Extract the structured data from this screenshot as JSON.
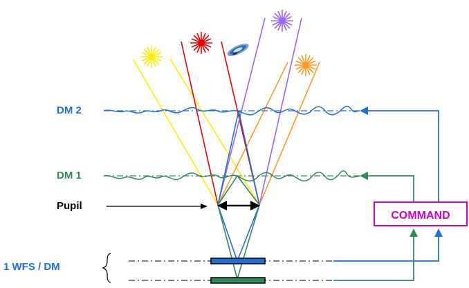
{
  "labels": {
    "dm2": "DM 2",
    "dm1": "DM 1",
    "pupil": "Pupil",
    "command": "COMMAND",
    "wfs": "1 WFS / DM"
  },
  "colors": {
    "dm2": "#1e6fd9",
    "dm1": "#2e8b57",
    "pupil": "#000000",
    "command": "#cc00cc",
    "wfs": "#1e6fd9",
    "beam_yellow": "#ffee00",
    "beam_red": "#e60000",
    "beam_purple": "#9966ee",
    "beam_orange": "#ff9922",
    "beam_blue": "#1e6fd9",
    "beam_green": "#2e8b57"
  },
  "icons": [
    "yellow-star-icon",
    "red-star-icon",
    "galaxy-icon",
    "purple-star-icon",
    "orange-star-icon"
  ]
}
